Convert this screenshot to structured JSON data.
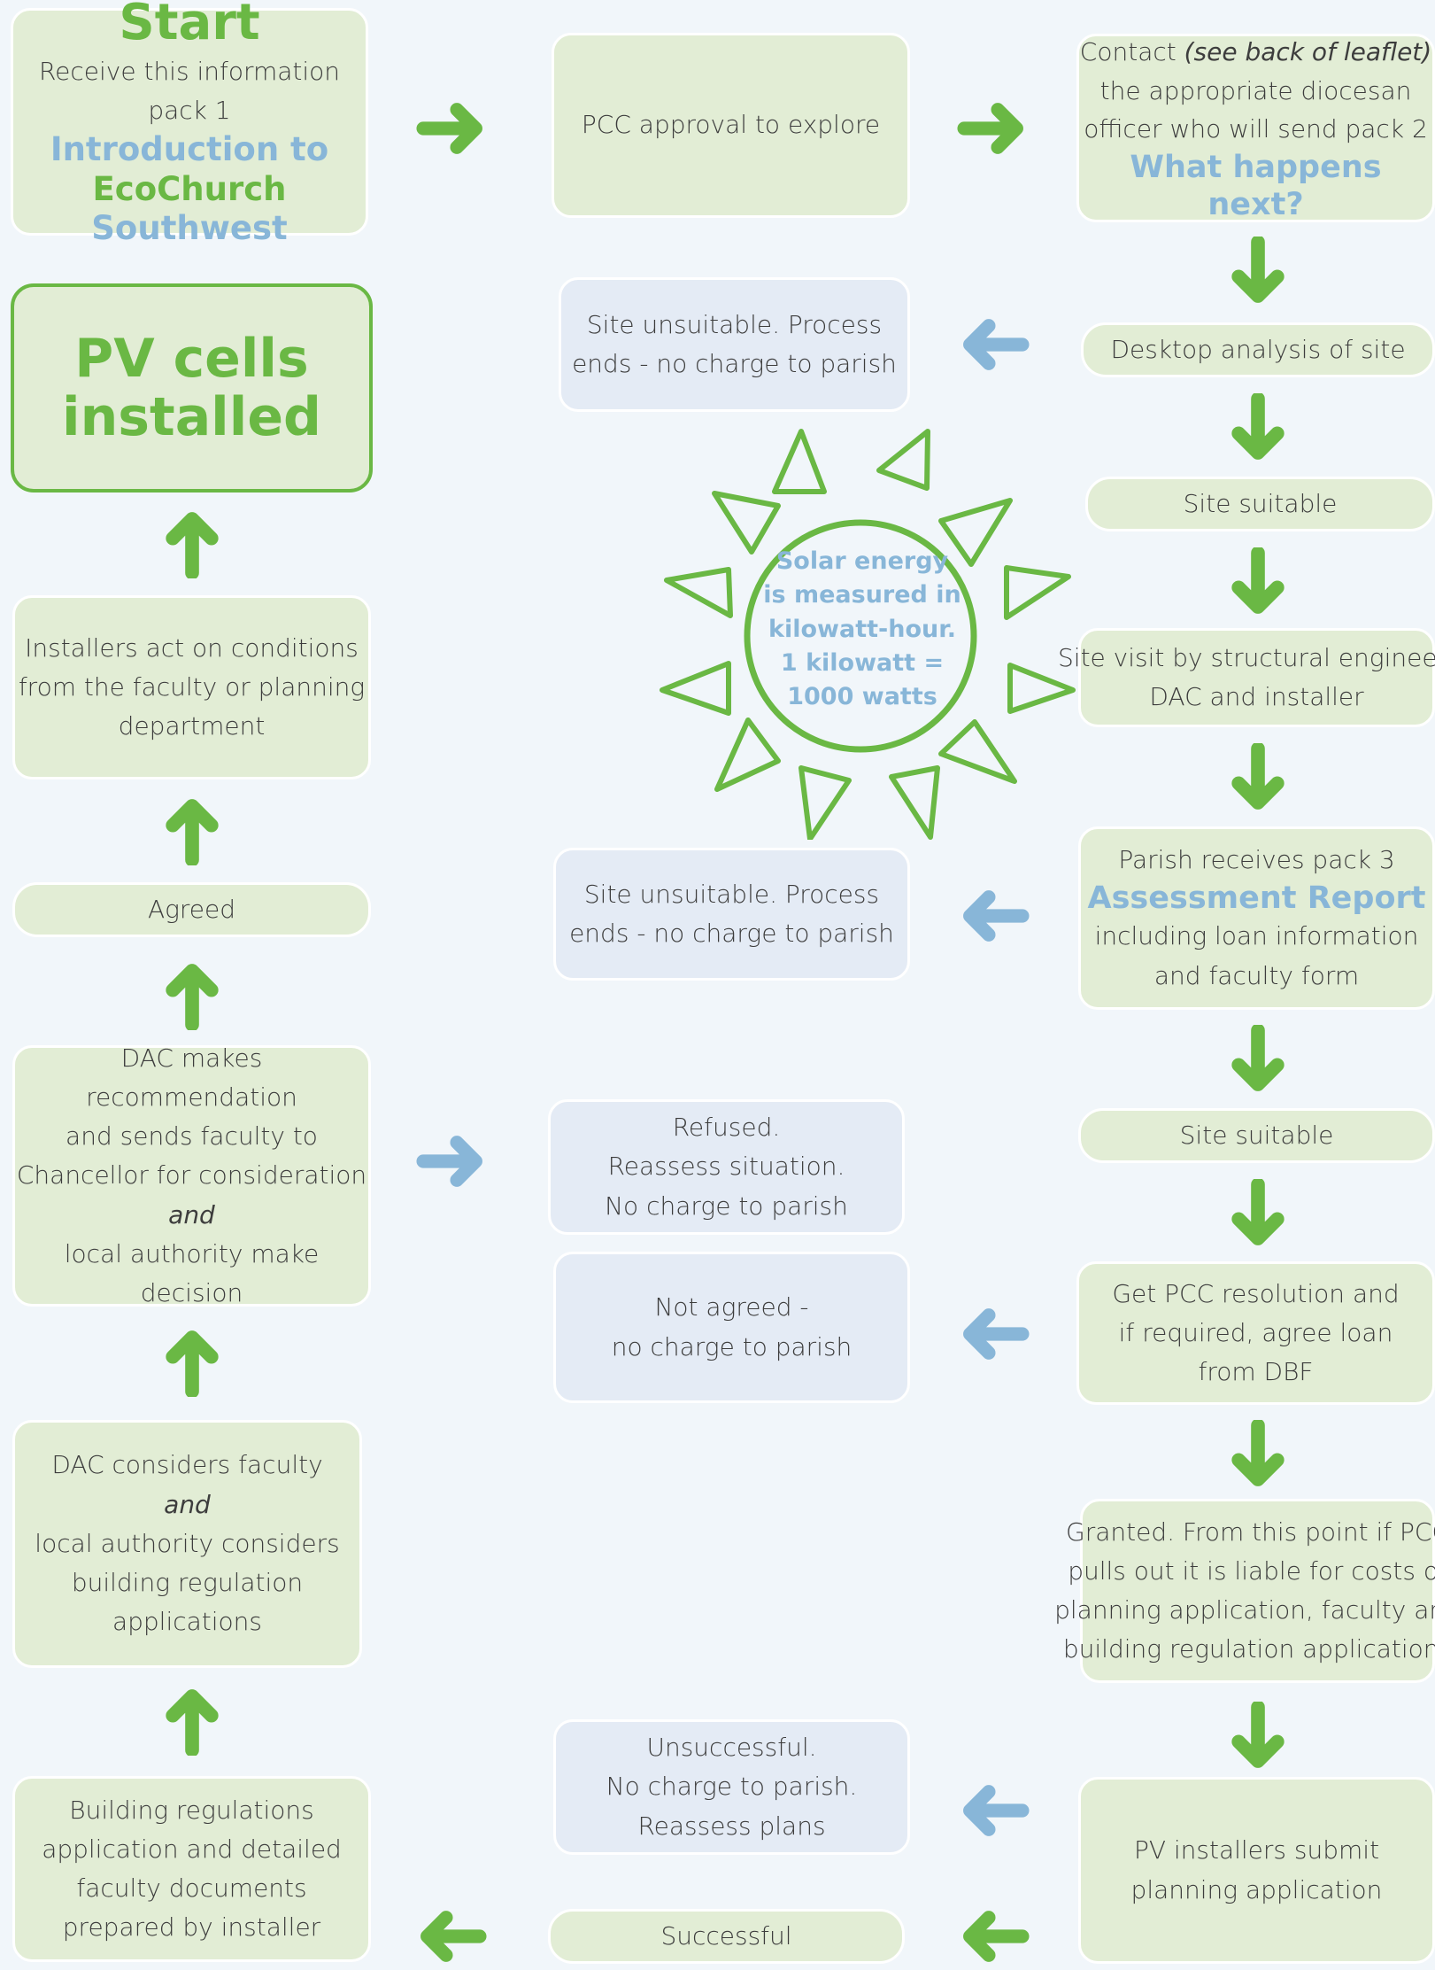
{
  "start": {
    "title": "Start",
    "line": "Receive this information pack 1",
    "pack_line1": "Introduction to",
    "pack_green": "EcoChurch",
    "pack_blue": "Southwest"
  },
  "pcc_approval": "PCC approval to explore",
  "contact": {
    "line1_a": "Contact ",
    "line1_italic": "(see back of leaflet)",
    "line2": "the appropriate diocesan",
    "line3": "officer who will send pack 2",
    "pack_title": "What happens next?"
  },
  "desktop_analysis": "Desktop analysis of site",
  "unsuitable_1": {
    "line1": "Site unsuitable. Process",
    "line2": "ends - no charge to parish"
  },
  "pv_installed": {
    "line1": "PV cells",
    "line2": "installed"
  },
  "site_suitable_1": "Site suitable",
  "sun": {
    "line1": "Solar energy",
    "line2": "is measured in",
    "line3": "kilowatt-hour.",
    "line4": "1 kilowatt =",
    "line5": "1000 watts"
  },
  "installers_act": {
    "line1": "Installers act on conditions",
    "line2": "from the faculty or planning",
    "line3": "department"
  },
  "site_visit": {
    "line1": "Site visit by structural engineer,",
    "line2": "DAC and installer"
  },
  "agreed": "Agreed",
  "unsuitable_2": {
    "line1": "Site unsuitable. Process",
    "line2": "ends - no charge to parish"
  },
  "pack3": {
    "line1": "Parish receives pack 3",
    "title": "Assessment Report",
    "line2": "including loan information",
    "line3": "and faculty form"
  },
  "dac_recommend": {
    "line1": "DAC makes recommendation",
    "line2": "and sends faculty to",
    "line3": "Chancellor for consideration",
    "line4_italic": "and",
    "line5": "local authority make decision"
  },
  "refused": {
    "line1": "Refused.",
    "line2": "Reassess situation.",
    "line3": "No charge to parish"
  },
  "site_suitable_2": "Site suitable",
  "not_agreed": {
    "line1": "Not agreed -",
    "line2": "no charge to parish"
  },
  "pcc_resolution": {
    "line1": "Get PCC resolution and",
    "line2": "if required, agree loan",
    "line3": "from DBF"
  },
  "dac_considers": {
    "line1": "DAC considers faculty",
    "line2_italic": "and",
    "line3": "local authority considers",
    "line4": "building regulation",
    "line5": "applications"
  },
  "granted": {
    "line1": "Granted. From this point if PCC",
    "line2": "pulls out it is liable for costs of",
    "line3": "planning application, faculty and",
    "line4": "building regulation applications"
  },
  "unsuccessful": {
    "line1": "Unsuccessful.",
    "line2": "No charge to parish.",
    "line3": "Reassess plans"
  },
  "building_regs": {
    "line1": "Building regulations",
    "line2": "application and detailed",
    "line3": "faculty documents",
    "line4": "prepared by installer"
  },
  "pv_submit": {
    "line1": "PV installers submit",
    "line2": "planning application"
  },
  "successful": "Successful",
  "colors": {
    "green": "#6ab844",
    "blue": "#88b6d8",
    "box_green": "#e2edd5",
    "box_blue": "#e4ebf5",
    "background": "#f1f6fa"
  }
}
